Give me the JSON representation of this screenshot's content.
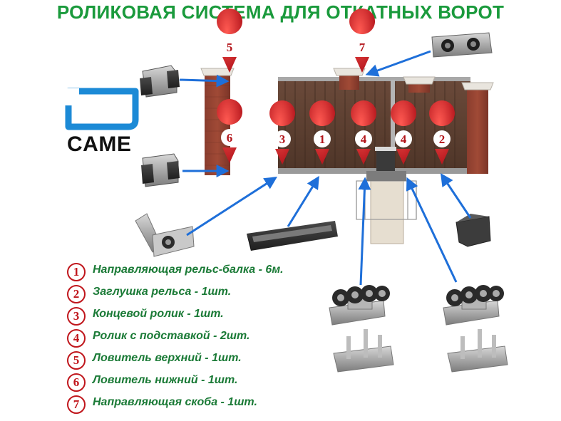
{
  "title": "РОЛИКОВАЯ СИСТЕМА ДЛЯ ОТКАТНЫХ ВОРОТ",
  "brand": {
    "name": "CAME",
    "color": "#1c8ad6"
  },
  "accent_colors": {
    "title_green": "#1a9a3c",
    "legend_green": "#1a7a36",
    "pin_red": "#c0161c",
    "arrow_blue": "#1e6fd9"
  },
  "callouts": [
    {
      "number": "5",
      "target": "upper-catcher"
    },
    {
      "number": "7",
      "target": "guide-bracket"
    },
    {
      "number": "6",
      "target": "lower-catcher"
    },
    {
      "number": "3",
      "target": "end-roller"
    },
    {
      "number": "1",
      "target": "guide-rail"
    },
    {
      "number": "4",
      "target": "roller-carriage"
    },
    {
      "number": "4",
      "target": "roller-carriage"
    },
    {
      "number": "2",
      "target": "rail-cap"
    }
  ],
  "legend": [
    {
      "number": "1",
      "text": "Направляющая рельс-балка - 6м."
    },
    {
      "number": "2",
      "text": "Заглушка рельса - 1шт."
    },
    {
      "number": "3",
      "text": "Концевой ролик - 1шт."
    },
    {
      "number": "4",
      "text": "Ролик с подставкой - 2шт."
    },
    {
      "number": "5",
      "text": "Ловитель верхний - 1шт."
    },
    {
      "number": "6",
      "text": "Ловитель нижний - 1шт."
    },
    {
      "number": "7",
      "text": "Направляющая скоба - 1шт."
    }
  ]
}
